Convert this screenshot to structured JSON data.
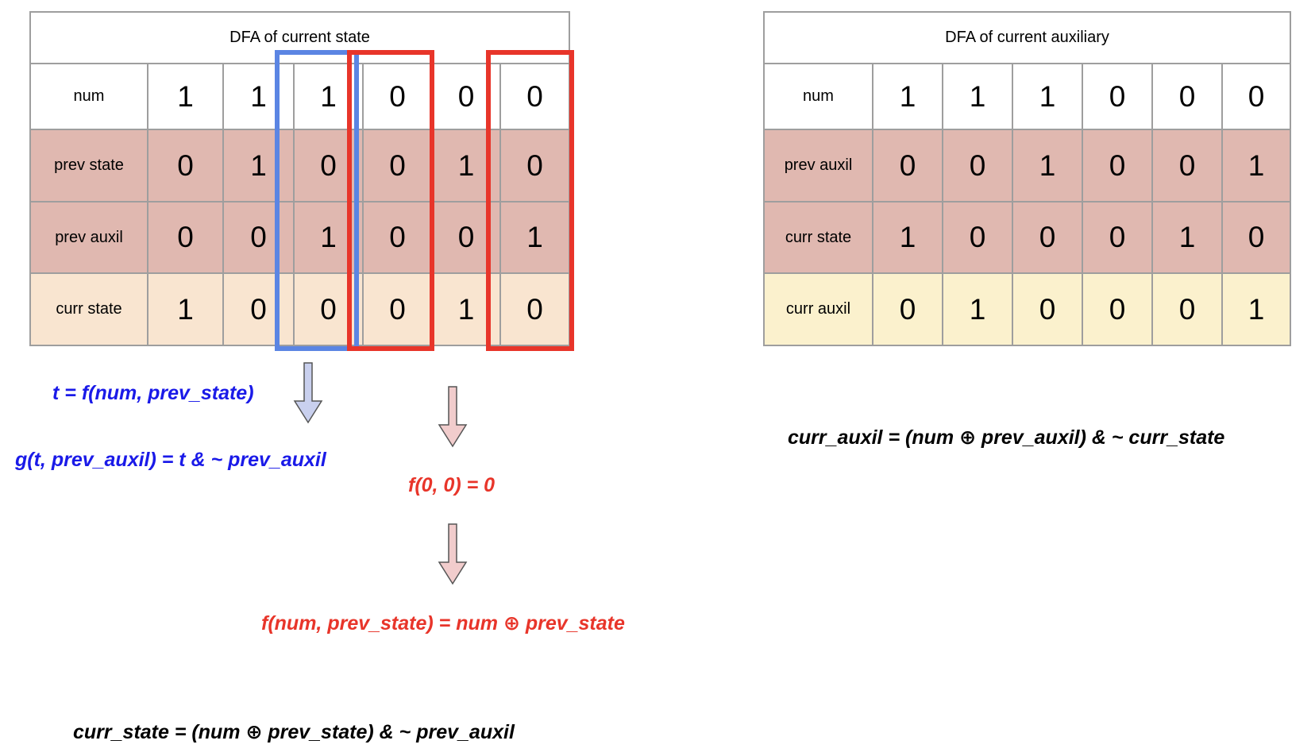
{
  "state_table": {
    "title": "DFA of current state",
    "rows": [
      {
        "label": "num",
        "values": [
          "1",
          "1",
          "1",
          "0",
          "0",
          "0"
        ]
      },
      {
        "label": "prev state",
        "values": [
          "0",
          "1",
          "0",
          "0",
          "1",
          "0"
        ]
      },
      {
        "label": "prev auxil",
        "values": [
          "0",
          "0",
          "1",
          "0",
          "0",
          "1"
        ]
      },
      {
        "label": "curr state",
        "values": [
          "1",
          "0",
          "0",
          "0",
          "1",
          "0"
        ]
      }
    ]
  },
  "auxil_table": {
    "title": "DFA of current auxiliary",
    "rows": [
      {
        "label": "num",
        "values": [
          "1",
          "1",
          "1",
          "0",
          "0",
          "0"
        ]
      },
      {
        "label": "prev auxil",
        "values": [
          "0",
          "0",
          "1",
          "0",
          "0",
          "1"
        ]
      },
      {
        "label": "curr state",
        "values": [
          "1",
          "0",
          "0",
          "0",
          "1",
          "0"
        ]
      },
      {
        "label": "curr auxil",
        "values": [
          "0",
          "1",
          "0",
          "0",
          "0",
          "1"
        ]
      }
    ]
  },
  "formulas": {
    "t_def": "t = f(num, prev_state)",
    "g_def": "g(t, prev_auxil) = t & ~ prev_auxil",
    "f00": "f(0, 0) = 0",
    "f_def": "f(num, prev_state) = num ⊕ prev_state",
    "curr_state": "curr_state = (num ⊕ prev_state) & ~ prev_auxil",
    "curr_auxil": "curr_auxil = (num ⊕ prev_auxil) & ~ curr_state"
  },
  "colors": {
    "blue_highlight": "#5b85e3",
    "red_highlight": "#e8352a",
    "blue_text": "#1a1ae8",
    "red_text": "#e8352a",
    "row_state_fill": "#e0b8b0",
    "curr_state_fill": "#f9e5d0",
    "curr_auxil_fill": "#fbf1cd",
    "blue_arrow_fill": "#c9d0ee",
    "red_arrow_fill": "#f1cccc"
  }
}
